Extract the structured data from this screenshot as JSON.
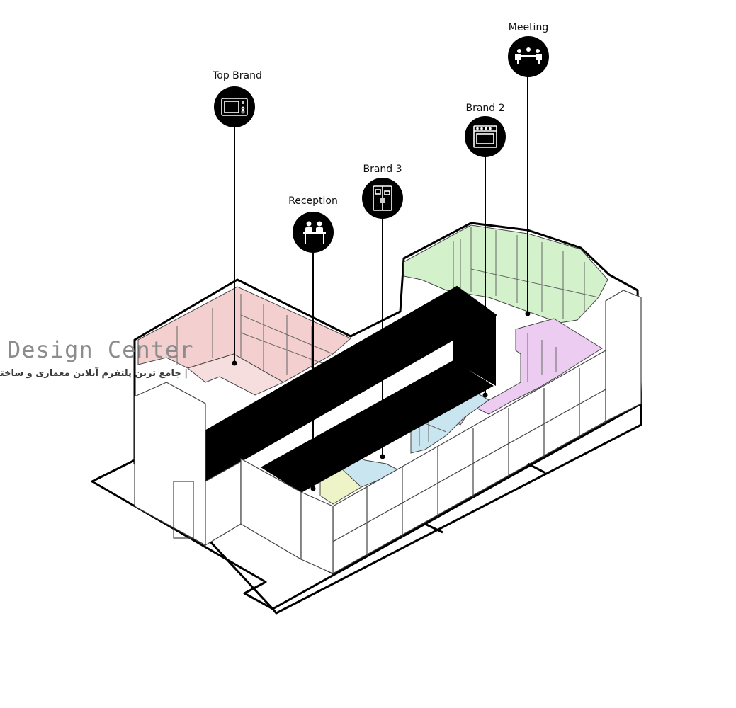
{
  "labels": {
    "top_brand": "Top Brand",
    "meeting": "Meeting",
    "brand_2": "Brand 2",
    "brand_3": "Brand 3",
    "reception": "Reception"
  },
  "icons": {
    "top_brand": "microwave-icon",
    "meeting": "meeting-table-icon",
    "brand_2": "oven-icon",
    "brand_3": "refrigerator-icon",
    "reception": "reception-desk-icon"
  },
  "zone_colors": {
    "top_brand": "#f3cfcf",
    "meeting": "#d3f2cc",
    "brand_2": "#eccdf1",
    "brand_3": "#c9e5f0",
    "reception": "#eef3c8",
    "exhibition_spine": "#000000"
  },
  "watermark": {
    "title": "Design Center",
    "subtitle": "| جامع ترین پلتفرم آنلاین معماری و ساختمان |"
  }
}
